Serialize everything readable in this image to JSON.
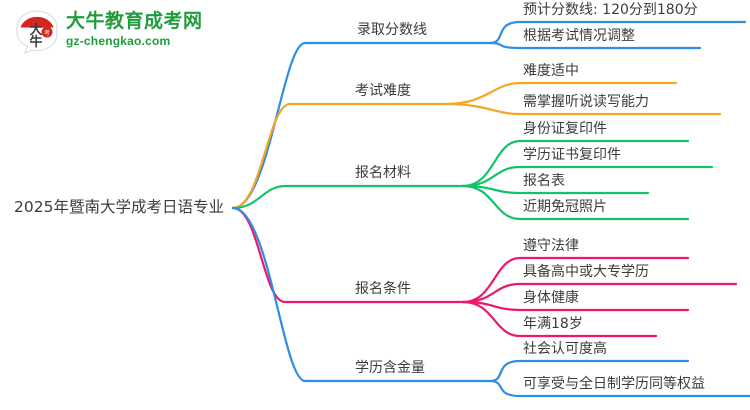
{
  "logo": {
    "name": "daniu-logo",
    "cn_text": "大牛教育成考网",
    "en_text": "gz-chengkao.com",
    "mark_text": "大牛",
    "brand_green": "#1f9d3c",
    "brand_red": "#d8241f"
  },
  "mindmap": {
    "root": {
      "label": "2025年暨南大学成考日语专业"
    },
    "branches": [
      {
        "label": "录取分数线",
        "color": "#2f8de4",
        "children": [
          {
            "label": "预计分数线: 120分到180分"
          },
          {
            "label": "根据考试情况调整"
          }
        ]
      },
      {
        "label": "考试难度",
        "color": "#f5a623",
        "children": [
          {
            "label": "难度适中"
          },
          {
            "label": "需掌握听说读写能力"
          }
        ]
      },
      {
        "label": "报名材料",
        "color": "#14c26a",
        "children": [
          {
            "label": "身份证复印件"
          },
          {
            "label": "学历证书复印件"
          },
          {
            "label": "报名表"
          },
          {
            "label": "近期免冠照片"
          }
        ]
      },
      {
        "label": "报名条件",
        "color": "#f0156e",
        "children": [
          {
            "label": "遵守法律"
          },
          {
            "label": "具备高中或大专学历"
          },
          {
            "label": "身体健康"
          },
          {
            "label": "年满18岁"
          }
        ]
      },
      {
        "label": "学历含金量",
        "color": "#2f8de4",
        "children": [
          {
            "label": "社会认可度高"
          },
          {
            "label": "可享受与全日制学历同等权益"
          }
        ]
      }
    ]
  }
}
